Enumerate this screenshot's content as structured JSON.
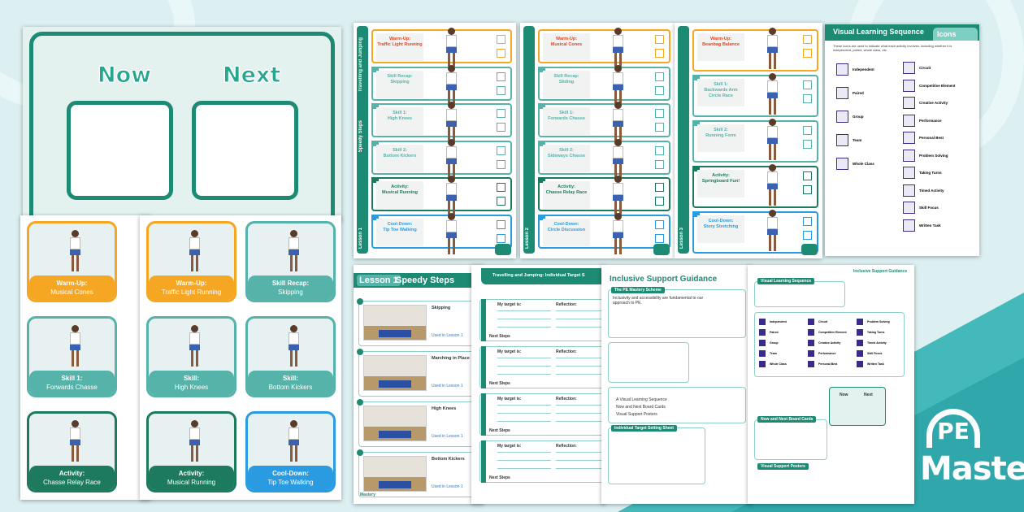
{
  "now_next": {
    "now": "Now",
    "next": "Next"
  },
  "cards_back": [
    {
      "type": "Warm-Up:",
      "name": "Musical Cones",
      "color": "#f5a623"
    },
    {
      "type": "Skill 1:",
      "name": "Forwards Chasse",
      "color": "#55b3a9"
    },
    {
      "type": "Activity:",
      "name": "Chasse Relay Race",
      "color": "#1d7a5e"
    }
  ],
  "cards_front": [
    {
      "type": "Warm-Up:",
      "name": "Traffic Light Running",
      "color": "#f5a623"
    },
    {
      "type": "Skill Recap:",
      "name": "Skipping",
      "color": "#55b3a9"
    },
    {
      "type": "Skill:",
      "name": "High Knees",
      "color": "#55b3a9"
    },
    {
      "type": "Skill:",
      "name": "Bottom Kickers",
      "color": "#55b3a9"
    },
    {
      "type": "Activity:",
      "name": "Musical Running",
      "color": "#1d7a5e"
    },
    {
      "type": "Cool-Down:",
      "name": "Tip Toe Walking",
      "color": "#2a9be0"
    }
  ],
  "lesson_sheets": [
    {
      "lesson": "Lesson 1",
      "title": "Speedy Steps",
      "unit": "Travelling and Jumping",
      "rows": [
        {
          "type": "Warm-Up:",
          "name": "Traffic Light Running",
          "color": "#f5a623"
        },
        {
          "type": "Skill Recap:",
          "name": "Skipping",
          "color": "#55b3a9"
        },
        {
          "type": "Skill 1:",
          "name": "High Knees",
          "color": "#55b3a9"
        },
        {
          "type": "Skill 2:",
          "name": "Bottom Kickers",
          "color": "#55b3a9"
        },
        {
          "type": "Activity:",
          "name": "Musical Running",
          "color": "#1d7a5e"
        },
        {
          "type": "Cool-Down:",
          "name": "Tip Toe Walking",
          "color": "#2a9be0"
        }
      ]
    },
    {
      "lesson": "Lesson 2",
      "title": "",
      "unit": "",
      "rows": [
        {
          "type": "Warm-Up:",
          "name": "Musical Cones",
          "color": "#f5a623"
        },
        {
          "type": "Skill Recap:",
          "name": "Sliding",
          "color": "#55b3a9"
        },
        {
          "type": "Skill 1:",
          "name": "Forwards Chasse",
          "color": "#55b3a9"
        },
        {
          "type": "Skill 2:",
          "name": "Sideways Chasse",
          "color": "#55b3a9"
        },
        {
          "type": "Activity:",
          "name": "Chasse Relay Race",
          "color": "#1d7a5e"
        },
        {
          "type": "Cool-Down:",
          "name": "Circle Discussion",
          "color": "#2a9be0"
        }
      ]
    },
    {
      "lesson": "Lesson 3",
      "title": "",
      "unit": "",
      "rows": [
        {
          "type": "Warm-Up:",
          "name": "Beanbag Balance",
          "color": "#f5a623"
        },
        {
          "type": "Skill 1:",
          "name": "Backwards Arm Circle Race",
          "color": "#55b3a9"
        },
        {
          "type": "Skill 2:",
          "name": "Running Form",
          "color": "#55b3a9"
        },
        {
          "type": "Activity:",
          "name": "Springboard Fun!",
          "color": "#1d7a5e"
        },
        {
          "type": "Cool-Down:",
          "name": "Story Stretching",
          "color": "#2a9be0"
        }
      ]
    }
  ],
  "icons_sheet": {
    "title": "Visual Learning Sequence",
    "tab": "Icons",
    "intro": "These icons are used to indicate what each activity involves, including whether it is independent, paired, whole class, etc.",
    "left": [
      "Independent",
      "Paired",
      "Group",
      "Team",
      "Whole Class"
    ],
    "right": [
      "Circuit",
      "Competitive Element",
      "Creative Activity",
      "Performance",
      "Personal Best",
      "Problem Solving",
      "Taking Turns",
      "Timed Activity",
      "Skill Focus",
      "Written Task"
    ]
  },
  "lesson_doc": {
    "lesson": "Lesson 1",
    "title": "Speedy Steps",
    "videos": [
      "Skipping",
      "Marching in Place",
      "High Knees",
      "Bottom Kickers"
    ],
    "used_in": "Used in Lesson 1"
  },
  "target_sheet": {
    "title": "Travelling and Jumping: Individual Target S",
    "target": "My target is:",
    "reflection": "Reflection:",
    "next": "Next Steps"
  },
  "inclusive": {
    "title": "Inclusive Support Guidance",
    "h1": "The PE Mastery Scheme",
    "h2": "Individual Target Setting Sheet",
    "p1": "Inclusivity and accessibility are fundamental to our approach to PE.",
    "list": [
      "A Visual Learning Sequence",
      "Now and Next Board Cards",
      "Visual Support Posters"
    ]
  },
  "inclusive2": {
    "title": "Inclusive Support Guidance",
    "h1": "Visual Learning Sequence",
    "h2": "Now and Next Board Cards",
    "h3": "Visual Support Posters",
    "now": "Now",
    "next": "Next"
  },
  "brand": {
    "pe": "PE",
    "mastery": "Mastery"
  }
}
